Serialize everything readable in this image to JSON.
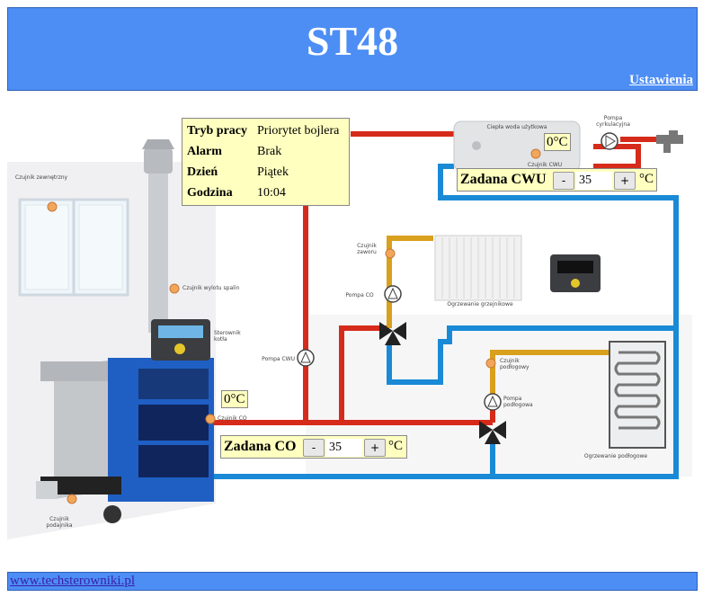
{
  "header": {
    "title": "ST48",
    "settings_link": "Ustawienia"
  },
  "footer": {
    "link": "www.techsterowniki.pl"
  },
  "info": {
    "rows": [
      {
        "label": "Tryb pracy",
        "value": "Priorytet bojlera"
      },
      {
        "label": "Alarm",
        "value": "Brak"
      },
      {
        "label": "Dzień",
        "value": "Piątek"
      },
      {
        "label": "Godzina",
        "value": "10:04"
      }
    ]
  },
  "cwu": {
    "temperature": "0°C",
    "setpoint_label": "Zadana CWU",
    "setpoint_value": "35",
    "unit": "°C",
    "minus": "-",
    "plus": "+"
  },
  "co": {
    "temperature": "0°C",
    "setpoint_label": "Zadana CO",
    "setpoint_value": "35",
    "unit": "°C",
    "minus": "-",
    "plus": "+"
  },
  "labels": {
    "czujnik_zewnetrzny": "Czujnik zewnętrzny",
    "czujnik_wylotu_spalin": "Czujnik wylotu spalin",
    "sterownik_kotla": "Sterownik kotła",
    "pompa_cwu": "Pompa CWU",
    "czujnik_co": "Czujnik CO",
    "czujnik_podajnika": "Czujnik podajnika",
    "ciepla_woda": "Ciepła woda użytkowa",
    "pompa_cyrkulacyjna": "Pompa cyrkulacyjna",
    "czujnik_zaworu": "Czujnik zaworu",
    "pompa_co": "Pompa CO",
    "ogrzewanie_grzejnikowe": "Ogrzewanie grzejnikowe",
    "czujnik_podlogowy": "Czujnik podłogowy",
    "pompa_podlogowa": "Pompa podłogowa",
    "ogrzewanie_podlogowe": "Ogrzewanie podłogowe",
    "czujnik_cwu": "Czujnik CWU"
  },
  "colors": {
    "hot_pipe": "#d62b1a",
    "cold_pipe": "#1a8ad6",
    "valve_pipe": "#d9a01e",
    "boiler": "#1f5fc4"
  }
}
